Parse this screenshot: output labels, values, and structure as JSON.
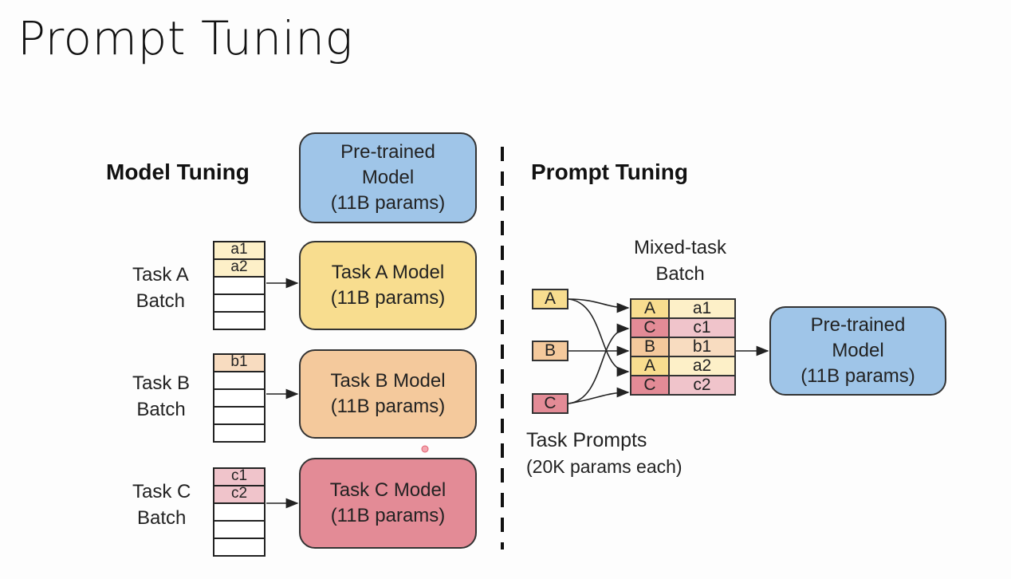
{
  "title": "Prompt Tuning",
  "model_tuning": {
    "heading": "Model Tuning",
    "pretrained": {
      "line1": "Pre-trained",
      "line2": "Model",
      "line3": "(11B params)"
    },
    "tasks": [
      {
        "label1": "Task A",
        "label2": "Batch",
        "rows": [
          "a1",
          "a2",
          "",
          "",
          ""
        ],
        "model1": "Task A Model",
        "model2": "(11B params)"
      },
      {
        "label1": "Task B",
        "label2": "Batch",
        "rows": [
          "b1",
          "",
          "",
          "",
          ""
        ],
        "model1": "Task B Model",
        "model2": "(11B params)"
      },
      {
        "label1": "Task C",
        "label2": "Batch",
        "rows": [
          "c1",
          "c2",
          "",
          "",
          ""
        ],
        "model1": "Task C Model",
        "model2": "(11B params)"
      }
    ]
  },
  "prompt_tuning": {
    "heading": "Prompt Tuning",
    "mixed_label1": "Mixed-task",
    "mixed_label2": "Batch",
    "prompts": [
      "A",
      "B",
      "C"
    ],
    "mixed_rows": [
      {
        "k": "A",
        "v": "a1"
      },
      {
        "k": "C",
        "v": "c1"
      },
      {
        "k": "B",
        "v": "b1"
      },
      {
        "k": "A",
        "v": "a2"
      },
      {
        "k": "C",
        "v": "c2"
      }
    ],
    "prompts_label1": "Task Prompts",
    "prompts_label2": "(20K params each)",
    "pretrained": {
      "line1": "Pre-trained",
      "line2": "Model",
      "line3": "(11B params)"
    }
  },
  "colors": {
    "blue": "#9fc5e8",
    "yellow": "#f8dd8f",
    "orange": "#f4c99c",
    "red": "#e38b96"
  }
}
